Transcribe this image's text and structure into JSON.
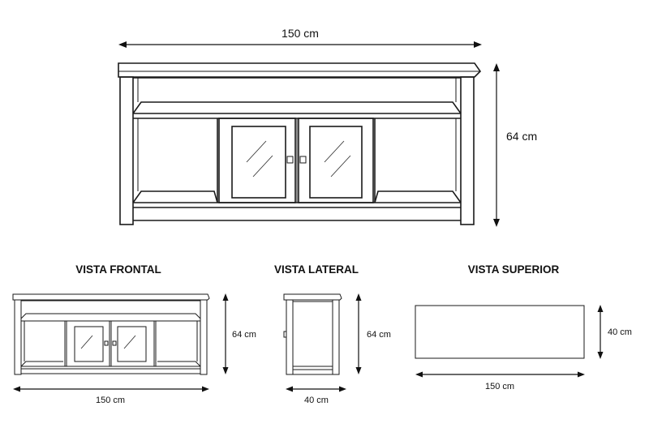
{
  "main_view": {
    "width_label": "150 cm",
    "height_label": "64 cm"
  },
  "front_view": {
    "title": "VISTA FRONTAL",
    "width_label": "150 cm",
    "height_label": "64 cm"
  },
  "side_view": {
    "title": "VISTA LATERAL",
    "depth_label": "40 cm",
    "height_label": "64 cm"
  },
  "top_view": {
    "title": "VISTA SUPERIOR",
    "width_label": "150 cm",
    "depth_label": "40 cm"
  }
}
